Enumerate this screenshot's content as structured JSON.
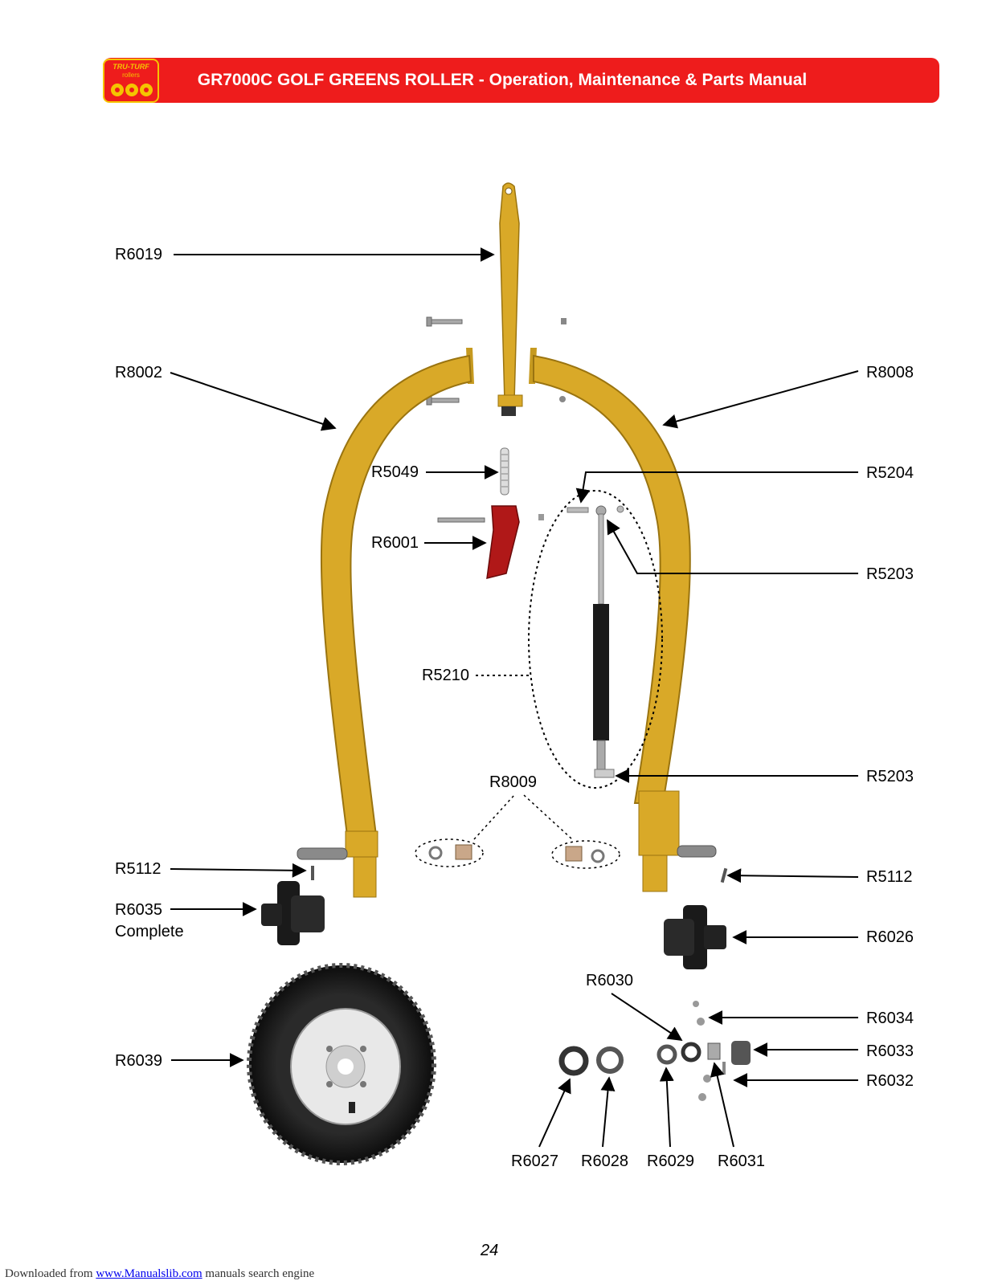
{
  "header": {
    "logo_top": "TRU-TURF",
    "logo_bottom": "rollers",
    "title": "GR7000C GOLF GREENS ROLLER  -  Operation, Maintenance & Parts Manual"
  },
  "parts": {
    "R6019": "R6019",
    "R8002": "R8002",
    "R8008": "R8008",
    "R5049": "R5049",
    "R5204": "R5204",
    "R6001": "R6001",
    "R5203_top": "R5203",
    "R5210": "R5210",
    "R5203_bottom": "R5203",
    "R8009": "R8009",
    "R5112_left": "R5112",
    "R5112_right": "R5112",
    "R6035": "R6035",
    "R6035_note": "Complete",
    "R6026": "R6026",
    "R6030": "R6030",
    "R6034": "R6034",
    "R6033": "R6033",
    "R6032": "R6032",
    "R6039": "R6039",
    "R6027": "R6027",
    "R6028": "R6028",
    "R6029": "R6029",
    "R6031": "R6031"
  },
  "page_number": "24",
  "footer": {
    "prefix": "Downloaded from ",
    "link": "www.Manualslib.com",
    "suffix": "  manuals search engine"
  },
  "colors": {
    "header_red": "#ee1c1c",
    "frame_yellow": "#d9a928",
    "bracket_red": "#b01818",
    "hub_black": "#1a1a1a"
  }
}
